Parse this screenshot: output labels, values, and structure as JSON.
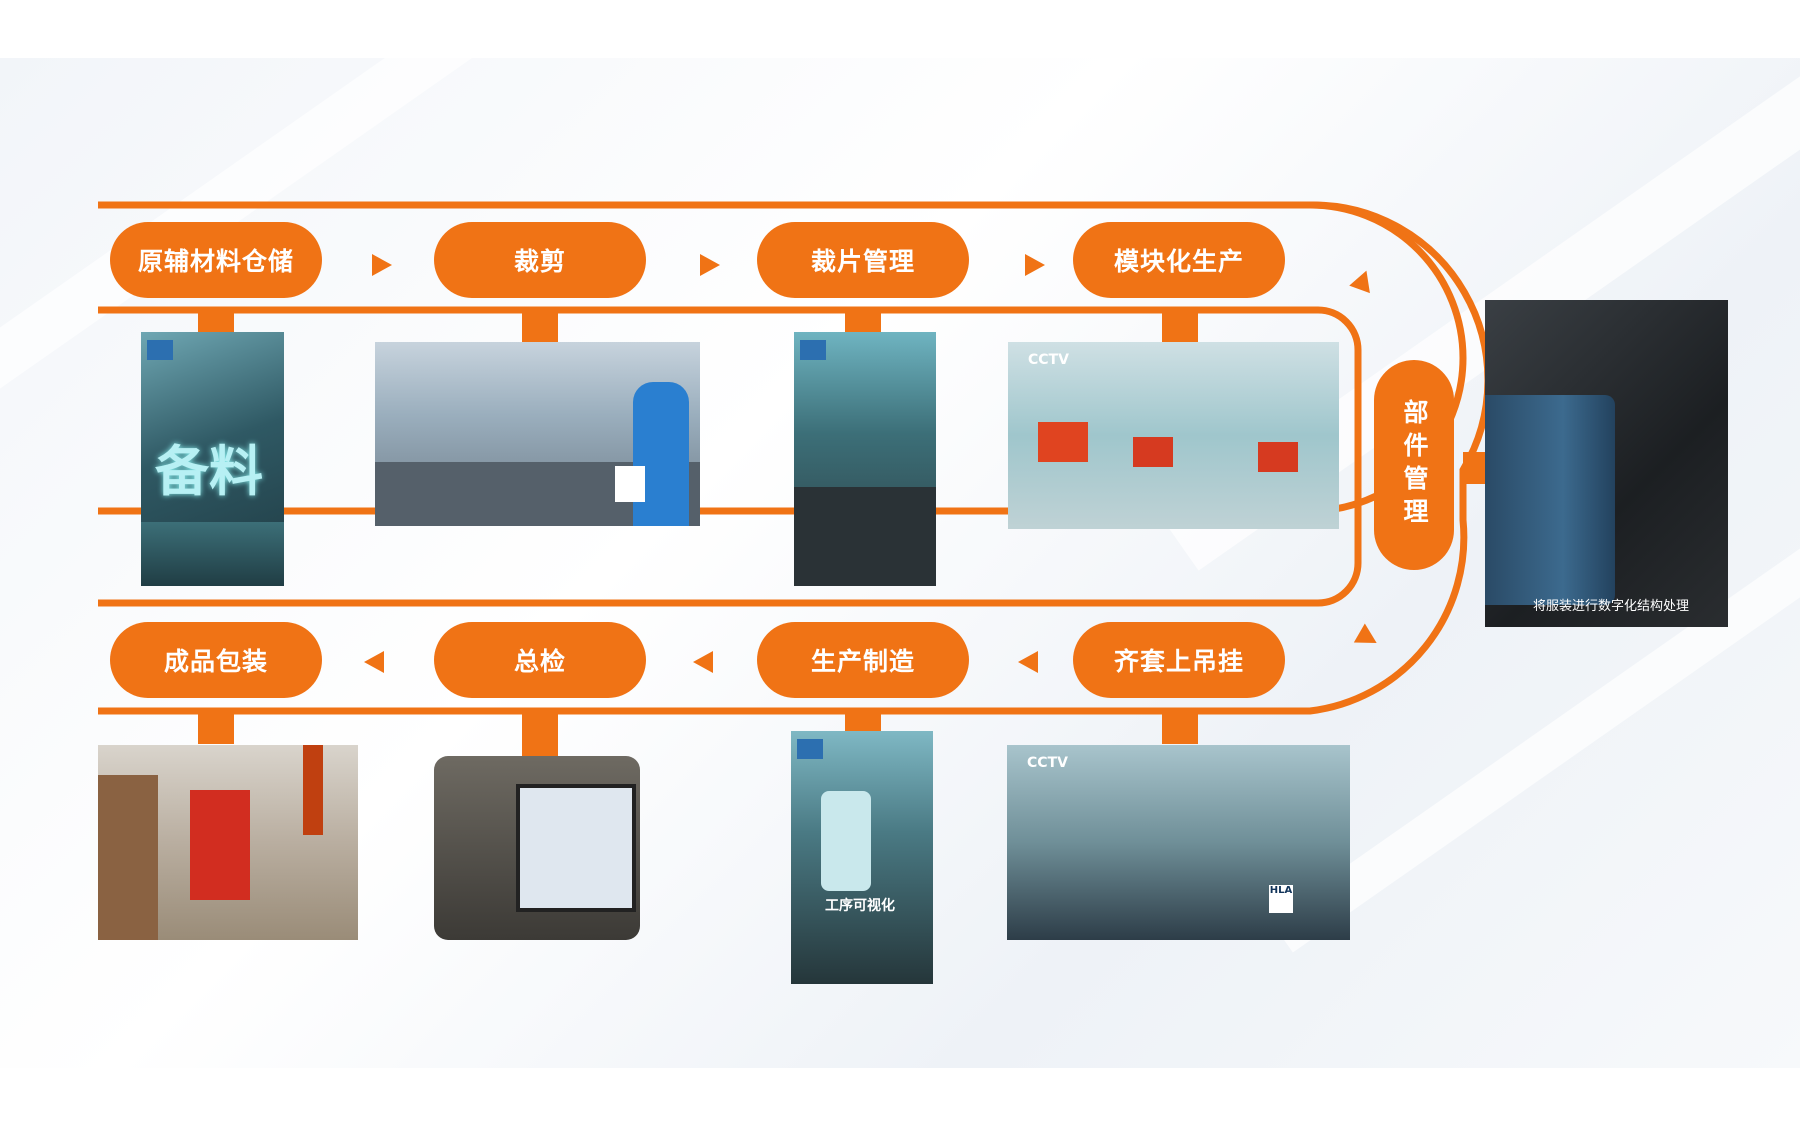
{
  "colors": {
    "accent": "#f07315",
    "background": "#f4f7fa"
  },
  "steps_top": [
    {
      "label": "原辅材料仓储"
    },
    {
      "label": "裁剪"
    },
    {
      "label": "裁片管理"
    },
    {
      "label": "模块化生产"
    }
  ],
  "side_step": {
    "label": "部件管理"
  },
  "steps_bottom": [
    {
      "label": "成品包装"
    },
    {
      "label": "总检"
    },
    {
      "label": "生产制造"
    },
    {
      "label": "齐套上吊挂"
    }
  ],
  "photos": {
    "p1_text": "备料",
    "side_caption": "将服装进行数字化结构处理",
    "p7_caption": "工序可视化",
    "logo_cctv": "CCTV",
    "logo_hla": "HLA"
  },
  "icons": [
    "arrow-right-icon",
    "arrow-left-icon"
  ]
}
